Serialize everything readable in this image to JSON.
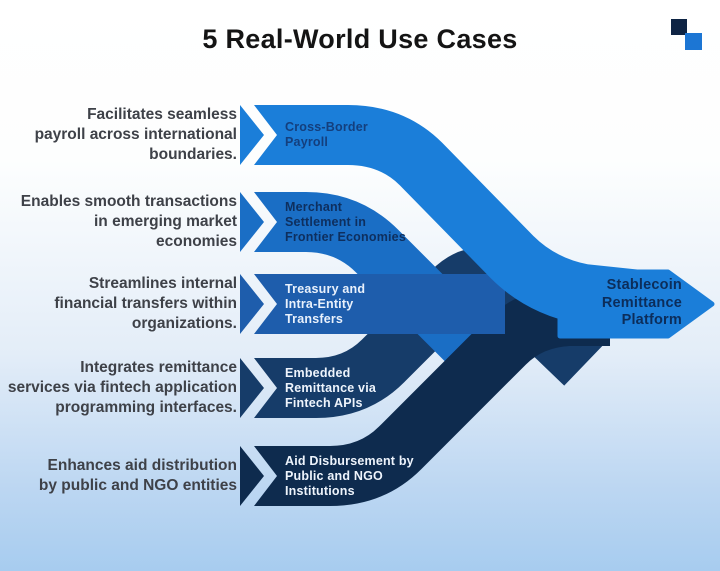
{
  "title": "5 Real-World Use Cases",
  "logo": {
    "dark_square_color": "#0e2444",
    "blue_square_color": "#1c76d4"
  },
  "background": {
    "top_color": "#ffffff",
    "bottom_color": "#a7ccef"
  },
  "platform": {
    "lines": [
      "Stablecoin",
      "Remittance",
      "Platform"
    ],
    "band_color": "#1b7ed9",
    "text_color": "#0c2d5a"
  },
  "use_cases": [
    {
      "desc_lines": [
        "Facilitates seamless",
        "payroll across international",
        "boundaries."
      ],
      "label_lines": [
        "Cross-Border",
        "Payroll"
      ],
      "band_color": "#1b7ed9",
      "label_color": "#143f7d"
    },
    {
      "desc_lines": [
        "Enables smooth transactions",
        "in emerging market",
        "economies"
      ],
      "label_lines": [
        "Merchant",
        "Settlement in",
        "Frontier Economies"
      ],
      "band_color": "#1a6ec5",
      "label_color": "#0e2f5e"
    },
    {
      "desc_lines": [
        "Streamlines internal",
        "financial transfers within",
        "organizations."
      ],
      "label_lines": [
        "Treasury and",
        "Intra-Entity",
        "Transfers"
      ],
      "band_color": "#1e5dac",
      "label_color": "#e9f1fc"
    },
    {
      "desc_lines": [
        "Integrates remittance",
        "services via fintech application",
        "programming interfaces."
      ],
      "label_lines": [
        "Embedded",
        "Remittance via",
        "Fintech APIs"
      ],
      "band_color": "#163c69",
      "label_color": "#eef4fc"
    },
    {
      "desc_lines": [
        "Enhances aid distribution",
        "by public and NGO entities"
      ],
      "label_lines": [
        "Aid Disbursement by",
        "Public and NGO",
        "Institutions"
      ],
      "band_color": "#0e2b4e",
      "label_color": "#eef4fc"
    }
  ]
}
